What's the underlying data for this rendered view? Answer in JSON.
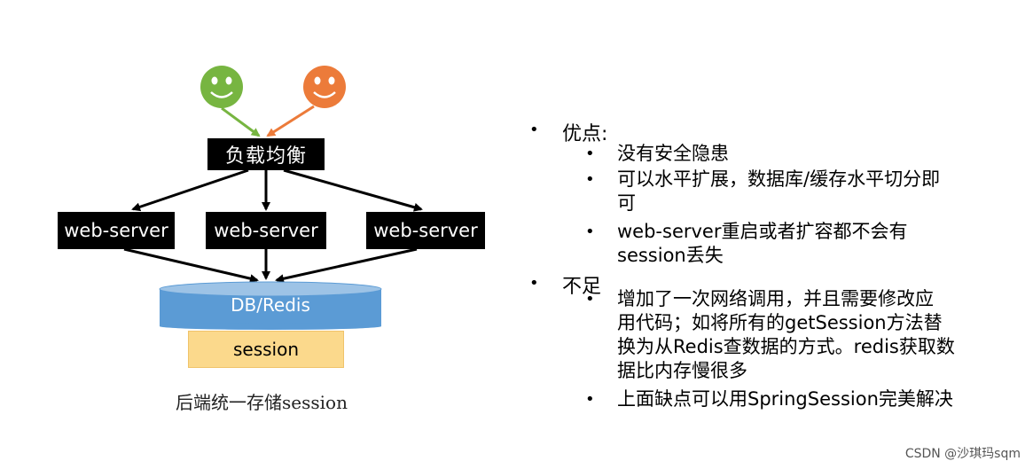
{
  "diagram": {
    "load_balancer": "负载均衡",
    "web_servers": [
      "web-server",
      "web-server",
      "web-server"
    ],
    "storage": "DB/Redis",
    "session": "session",
    "caption": "后端统一存储session",
    "colors": {
      "user_green": "#77b541",
      "user_orange": "#ec7b3a",
      "db_fill": "#5b9bd5",
      "db_top": "#9dc3e6",
      "session_fill": "#fbd98c"
    }
  },
  "notes": {
    "pros_title": "优点:",
    "pros": [
      "没有安全隐患",
      "可以水平扩展，数据库/缓存水平切分即",
      "可",
      "web-server重启或者扩容都不会有",
      "session丢失"
    ],
    "cons_title": "不足",
    "cons": [
      "增加了一次网络调用，并且需要修改应",
      "用代码；如将所有的getSession方法替",
      "换为从Redis查数据的方式。redis获取数",
      "据比内存慢很多",
      "上面缺点可以用SpringSession完美解决"
    ]
  },
  "watermark": "CSDN @沙琪玛sqm"
}
